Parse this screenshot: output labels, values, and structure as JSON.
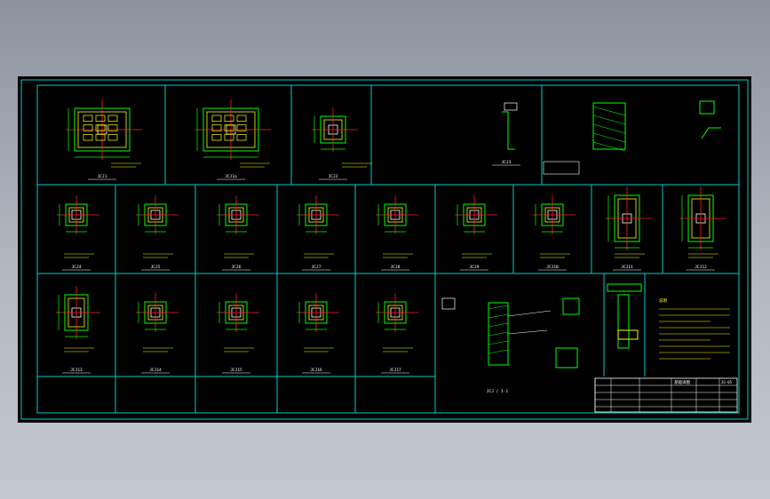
{
  "colors": {
    "background": "#000000",
    "frame": "#00cccc",
    "line": "#00ff00",
    "dim": "#ff2020",
    "accent": "#ffff00",
    "text": "#ffffff",
    "desktop": "#a7adb8"
  },
  "top_row": {
    "labels": [
      "JCJ1",
      "JCJ1a",
      "JCJ2",
      "JCJ3"
    ]
  },
  "mid_row": {
    "labels": [
      "JCJ4",
      "JCJ5",
      "JCJ6",
      "JCJ7",
      "JCJ8",
      "JCJ9",
      "JCJ10",
      "JCJ11",
      "JCJ12"
    ]
  },
  "bot_row": {
    "labels": [
      "JCJ13",
      "JCJ14",
      "JCJ15",
      "JCJ16",
      "JCJ17"
    ]
  },
  "detail": {
    "section_label": "1-1",
    "caption": "JCJ / 1-1",
    "notes_title": "说明"
  },
  "title_block": {
    "project": "基础详图",
    "drawing_no": "JG-05"
  }
}
